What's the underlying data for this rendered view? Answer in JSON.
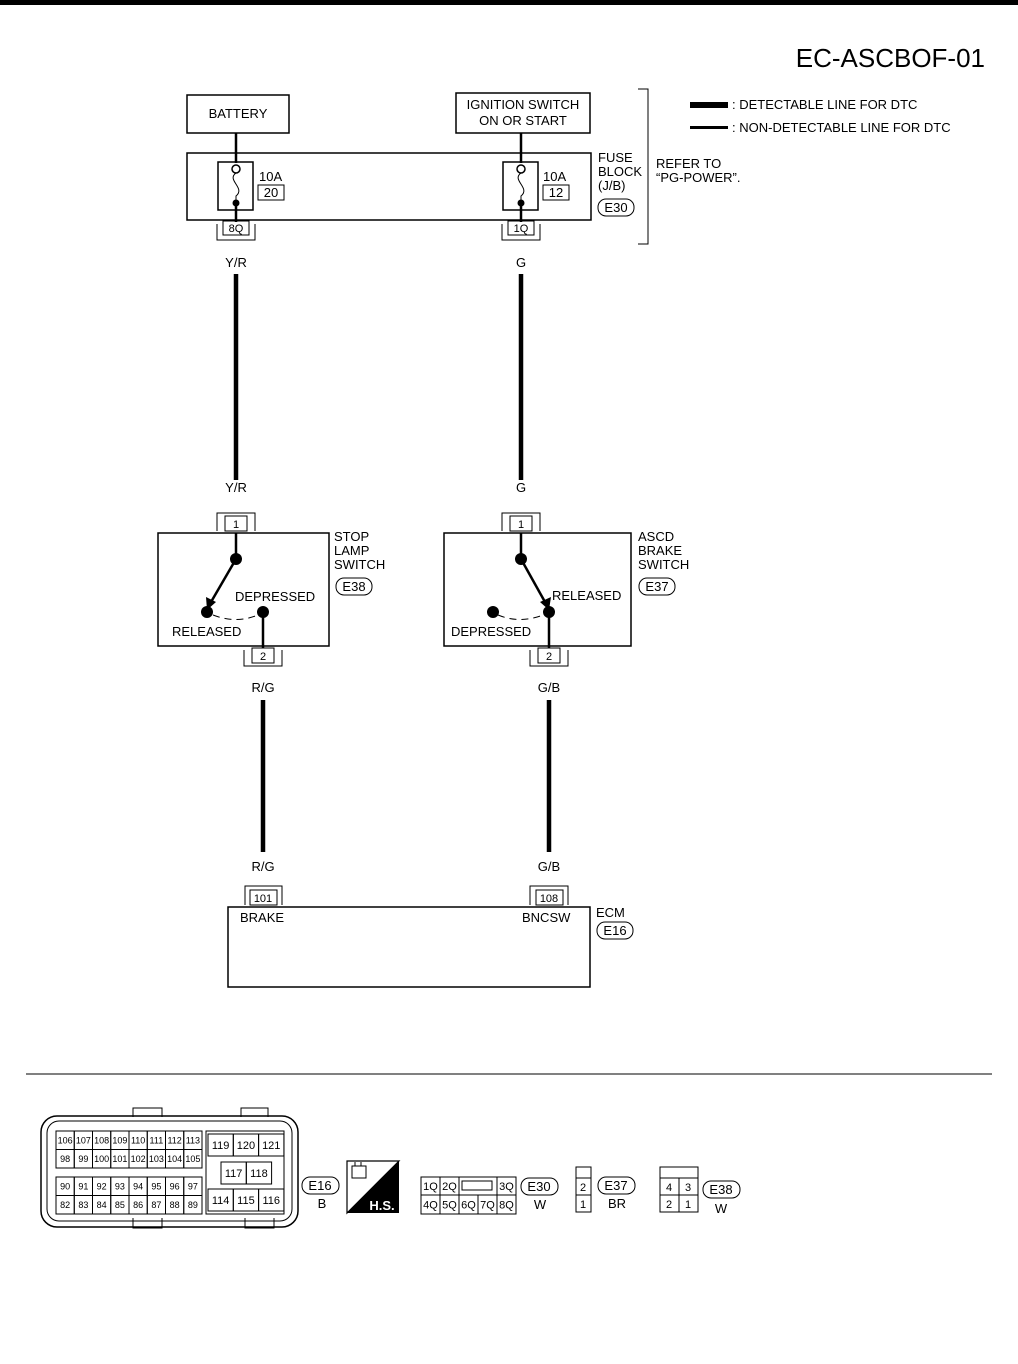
{
  "title": "EC-ASCBOF-01",
  "legend": {
    "detectable": ": DETECTABLE LINE FOR DTC",
    "non_detectable": ": NON-DETECTABLE LINE FOR DTC"
  },
  "sources": {
    "battery": "BATTERY",
    "ignition_line1": "IGNITION SWITCH",
    "ignition_line2": "ON OR START"
  },
  "fuse_block": {
    "label_line1": "FUSE",
    "label_line2": "BLOCK",
    "label_line3": "(J/B)",
    "connector": "E30",
    "refer_line1": "REFER TO",
    "refer_line2": "“PG-POWER”.",
    "fuse_left_rating": "10A",
    "fuse_left_num": "20",
    "fuse_right_rating": "10A",
    "fuse_right_num": "12",
    "pin_left": "8Q",
    "pin_right": "1Q"
  },
  "wires": {
    "left_top": "Y/R",
    "left_mid": "Y/R",
    "right_top": "G",
    "right_mid": "G",
    "left_bottom_1": "R/G",
    "left_bottom_2": "R/G",
    "right_bottom_1": "G/B",
    "right_bottom_2": "G/B"
  },
  "stop_lamp_switch": {
    "label_line1": "STOP",
    "label_line2": "LAMP",
    "label_line3": "SWITCH",
    "connector": "E38",
    "pin_top": "1",
    "pin_bottom": "2",
    "state_a": "DEPRESSED",
    "state_b": "RELEASED"
  },
  "ascd_brake_switch": {
    "label_line1": "ASCD",
    "label_line2": "BRAKE",
    "label_line3": "SWITCH",
    "connector": "E37",
    "pin_top": "1",
    "pin_bottom": "2",
    "state_a": "RELEASED",
    "state_b": "DEPRESSED"
  },
  "ecm": {
    "label": "ECM",
    "connector": "E16",
    "pin_left": "101",
    "pin_right": "108",
    "term_left": "BRAKE",
    "term_right": "BNCSW"
  },
  "connectors": {
    "e16": {
      "id": "E16",
      "color": "B",
      "row1": [
        "106",
        "107",
        "108",
        "109",
        "110",
        "111",
        "112",
        "113"
      ],
      "row2": [
        "98",
        "99",
        "100",
        "101",
        "102",
        "103",
        "104",
        "105"
      ],
      "row3": [
        "90",
        "91",
        "92",
        "93",
        "94",
        "95",
        "96",
        "97"
      ],
      "row4": [
        "82",
        "83",
        "84",
        "85",
        "86",
        "87",
        "88",
        "89"
      ],
      "right_top": [
        "119",
        "120",
        "121"
      ],
      "right_mid": [
        "117",
        "118"
      ],
      "right_bot": [
        "114",
        "115",
        "116"
      ]
    },
    "hs_label": "H.S.",
    "e30": {
      "id": "E30",
      "color": "W",
      "top": [
        "1Q",
        "2Q",
        "3Q"
      ],
      "bottom": [
        "4Q",
        "5Q",
        "6Q",
        "7Q",
        "8Q"
      ]
    },
    "e37": {
      "id": "E37",
      "color": "BR",
      "pins": [
        "2",
        "1"
      ]
    },
    "e38": {
      "id": "E38",
      "color": "W",
      "top": [
        "4",
        "3"
      ],
      "bottom": [
        "2",
        "1"
      ]
    }
  }
}
